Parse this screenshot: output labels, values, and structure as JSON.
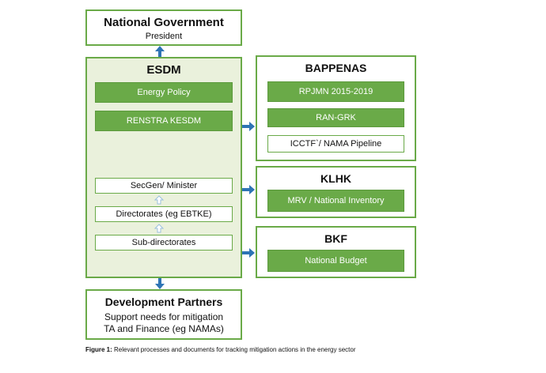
{
  "national": {
    "title": "National Government",
    "subtitle": "President"
  },
  "esdm": {
    "title": "ESDM",
    "policies": [
      "Energy Policy",
      "RENSTRA KESDM"
    ],
    "hierarchy": [
      "SecGen/ Minister",
      "Directorates (eg EBTKE)",
      "Sub-directorates"
    ]
  },
  "bappenas": {
    "title": "BAPPENAS",
    "items": [
      "RPJMN 2015-2019",
      "RAN-GRK",
      "ICCTF`/ NAMA Pipeline"
    ]
  },
  "klhk": {
    "title": "KLHK",
    "items": [
      "MRV / National Inventory"
    ]
  },
  "bkf": {
    "title": "BKF",
    "items": [
      "National Budget"
    ]
  },
  "partners": {
    "title": "Development Partners",
    "line1": "Support needs for mitigation",
    "line2": "TA and Finance (eg NAMAs)"
  },
  "caption": {
    "label": "Figure 1:",
    "text": " Relevant processes and documents for tracking mitigation actions in the energy sector"
  },
  "colors": {
    "green": "#6aaa48",
    "light_green": "#eaf1dc",
    "arrow_blue": "#2e74b5"
  }
}
